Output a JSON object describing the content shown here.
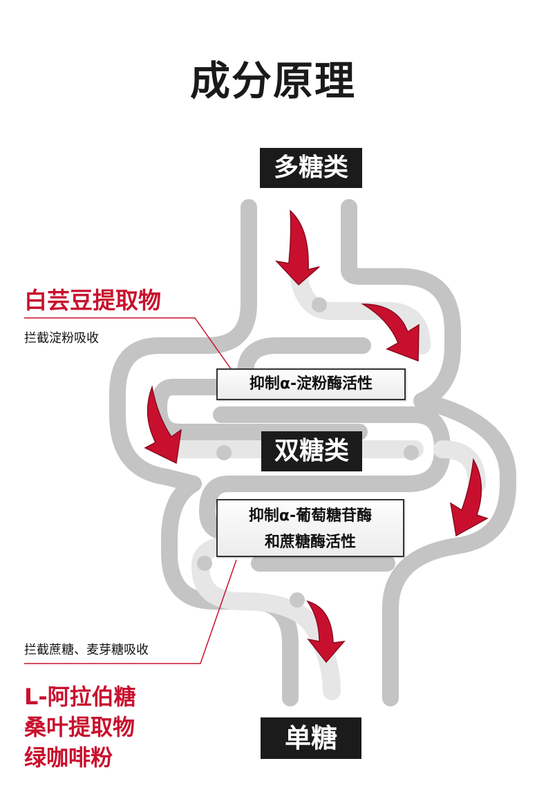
{
  "title": "成分原理",
  "nodes": {
    "polysaccharide": "多糖类",
    "disaccharide": "双糖类",
    "monosaccharide": "单糖"
  },
  "mechanisms": {
    "amylase": "抑制α-淀粉酶活性",
    "glucosidase_line1": "抑制α-葡萄糖苷酶",
    "glucosidase_line2": "和蔗糖酶活性"
  },
  "ingredients": {
    "white_kidney_bean": "白芸豆提取物",
    "white_kidney_bean_effect": "拦截淀粉吸收",
    "group_effect": "拦截蔗糖、麦芽糖吸收",
    "group_items": [
      "L-阿拉伯糖",
      "桑叶提取物",
      "绿咖啡粉"
    ]
  },
  "colors": {
    "accent_red": "#c8102e",
    "intestine_gray": "#c4c4c4",
    "inner_gray": "#e6e6e6",
    "label_dark": "#1b1b1b"
  }
}
